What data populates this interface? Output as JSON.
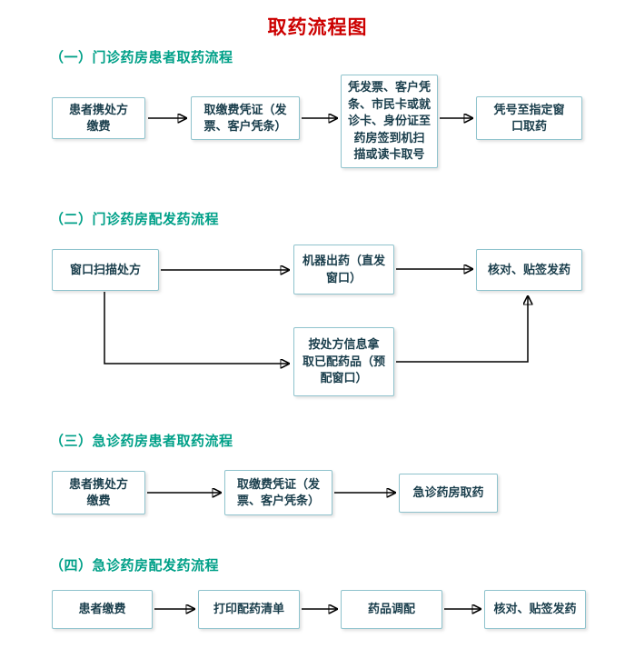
{
  "title": "取药流程图",
  "colors": {
    "title": "#cc0000",
    "heading": "#00a088",
    "box_border": "#8fc3cd",
    "box_text": "#1a3e4c",
    "arrow": "#000000"
  },
  "sections": [
    {
      "heading": "（一）门诊药房患者取药流程",
      "boxes": [
        {
          "label": "患者携处方\n缴费"
        },
        {
          "label": "取缴费凭证（发\n票、客户凭条）"
        },
        {
          "label": "凭发票、客户凭\n条、市民卡或就\n诊卡、身份证至\n药房签到机扫\n描或读卡取号"
        },
        {
          "label": "凭号至指定窗\n口取药"
        }
      ]
    },
    {
      "heading": "（二）门诊药房配发药流程",
      "boxes": [
        {
          "label": "窗口扫描处方"
        },
        {
          "label": "机器出药（直发\n窗口）"
        },
        {
          "label": "核对、贴签发药"
        },
        {
          "label": "按处方信息拿\n取已配药品（预\n配窗口）"
        }
      ]
    },
    {
      "heading": "（三）急诊药房患者取药流程",
      "boxes": [
        {
          "label": "患者携处方\n缴费"
        },
        {
          "label": "取缴费凭证（发\n票、客户凭条）"
        },
        {
          "label": "急诊药房取药"
        }
      ]
    },
    {
      "heading": "（四）急诊药房配发药流程",
      "boxes": [
        {
          "label": "患者缴费"
        },
        {
          "label": "打印配药清单"
        },
        {
          "label": "药品调配"
        },
        {
          "label": "核对、贴签发药"
        }
      ]
    }
  ]
}
